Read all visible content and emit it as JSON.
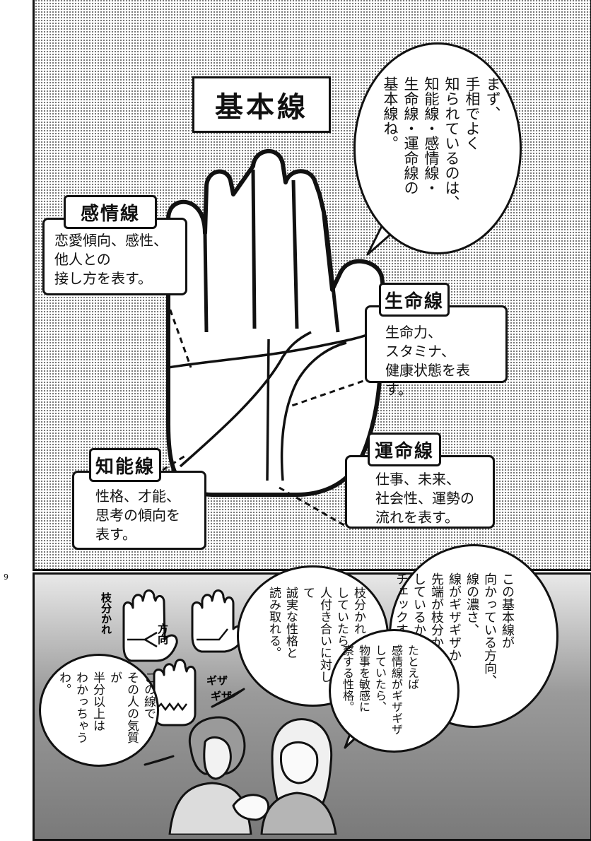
{
  "page_number": "9",
  "top_panel": {
    "title": "基本線",
    "intro_bubble": "まず、\n手相でよく\n知られているのは、\n知能線・感情線・\n生命線・運命線の\n基本線ね。",
    "lines": [
      {
        "name": "感情線",
        "desc": "恋愛傾向、感性、\n他人との\n接し方を表す。"
      },
      {
        "name": "生命線",
        "desc": "生命力、\nスタミナ、\n健康状態を表す。"
      },
      {
        "name": "運命線",
        "desc": "仕事、未来、\n社会性、運勢の\n流れを表す。"
      },
      {
        "name": "知能線",
        "desc": "性格、才能、\n思考の傾向を\n表す。"
      }
    ]
  },
  "bottom_panel": {
    "bubble_right": "この基本線が\n向かっている方向、\n線の濃さ、\n線がギザギザか\n先端が枝分かれ\nしているかを\nチェックするの。",
    "bubble_middle": "枝分かれ\nしていたら、\n人付き合いに対して\n誠実な性格と\n読み取れる。",
    "bubble_lower_right": "たとえば\n感情線がギザギザ\nしていたら、\n物事を敏感に\n察する性格。",
    "bubble_left": "この線で\nその人の気質が\n半分以上は\nわかっちゃうわ。",
    "sketch_labels": {
      "branch": "枝分かれ",
      "direction": "方向",
      "jagged": "ギザギザ"
    }
  }
}
